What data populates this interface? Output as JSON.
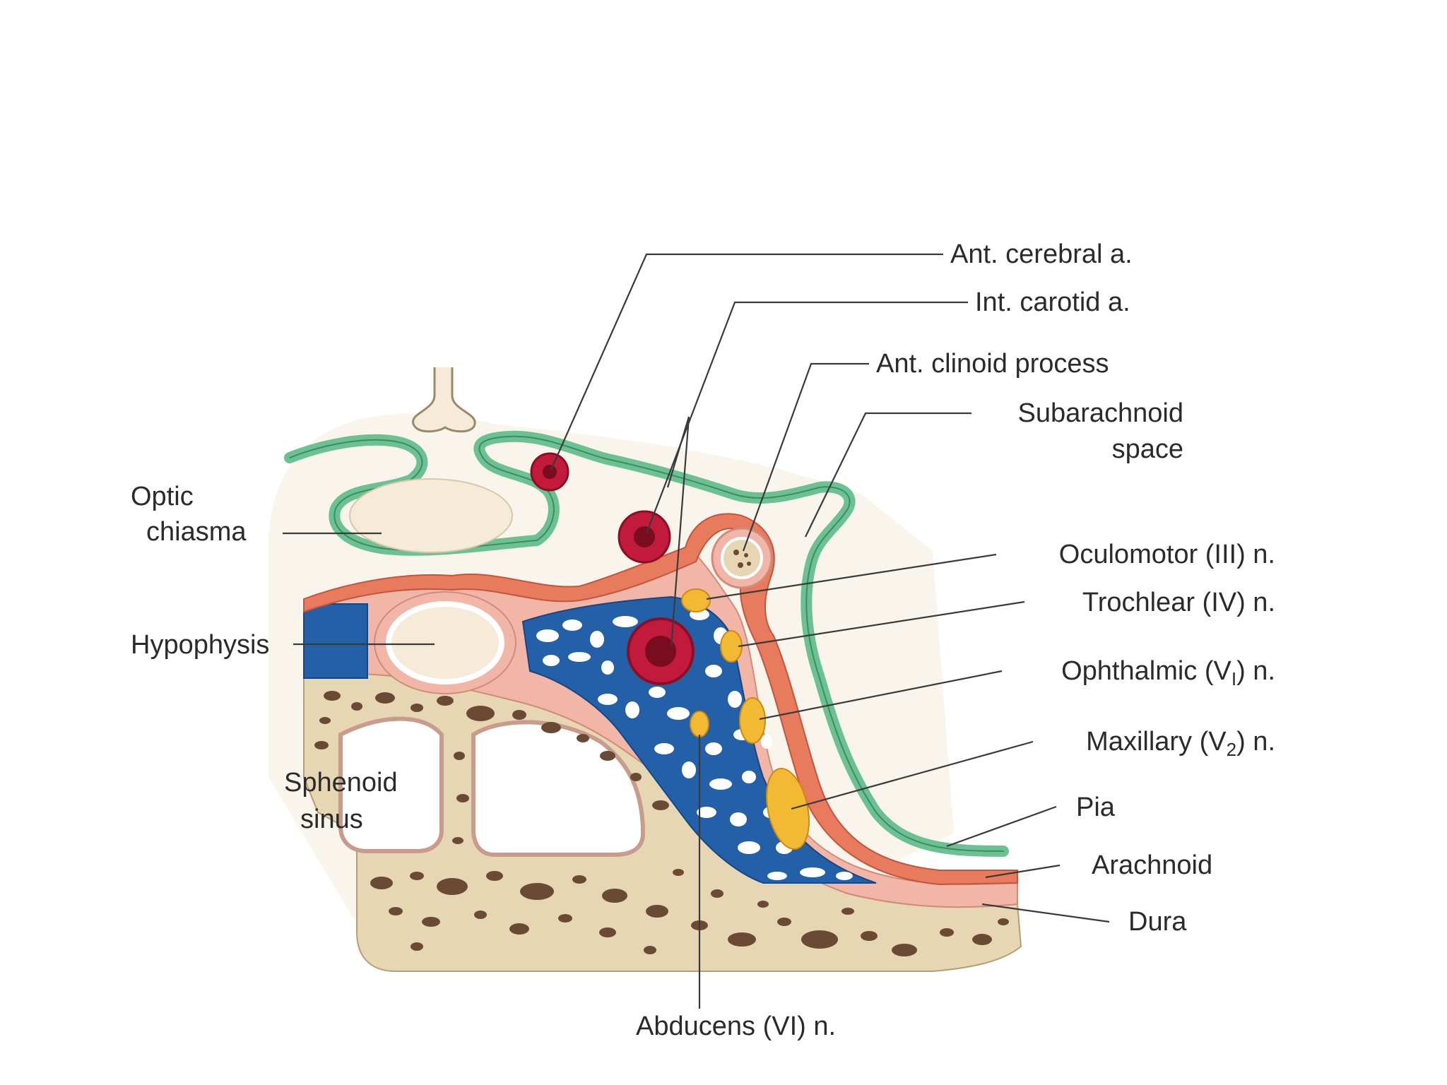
{
  "labels": {
    "ant_cerebral": "Ant. cerebral a.",
    "int_carotid": "Int. carotid a.",
    "ant_clinoid": "Ant. clinoid process",
    "subarachnoid_1": "Subarachnoid",
    "subarachnoid_2": "space",
    "optic_1": "Optic",
    "optic_2": "chiasma",
    "hypophysis": "Hypophysis",
    "sphenoid_1": "Sphenoid",
    "sphenoid_2": "sinus",
    "oculomotor": "Oculomotor (III) n.",
    "trochlear": "Trochlear (IV) n.",
    "ophthalmic_pre": "Ophthalmic (V",
    "ophthalmic_sub": "I",
    "ophthalmic_post": ") n.",
    "maxillary_pre": "Maxillary (V",
    "maxillary_sub": "2",
    "maxillary_post": ") n.",
    "pia": "Pia",
    "arachnoid": "Arachnoid",
    "dura": "Dura",
    "abducens": "Abducens (VI) n."
  },
  "colors": {
    "bone": "#e6d6b4",
    "bone_pore": "#6b4a35",
    "dura": "#f1b6a8",
    "arachnoid": "#e87a5e",
    "pia": "#6cc193",
    "venous_sinus": "#2460a8",
    "artery": "#c21a3a",
    "nerve": "#f3b935",
    "neural_tissue": "#f3e2c4"
  }
}
